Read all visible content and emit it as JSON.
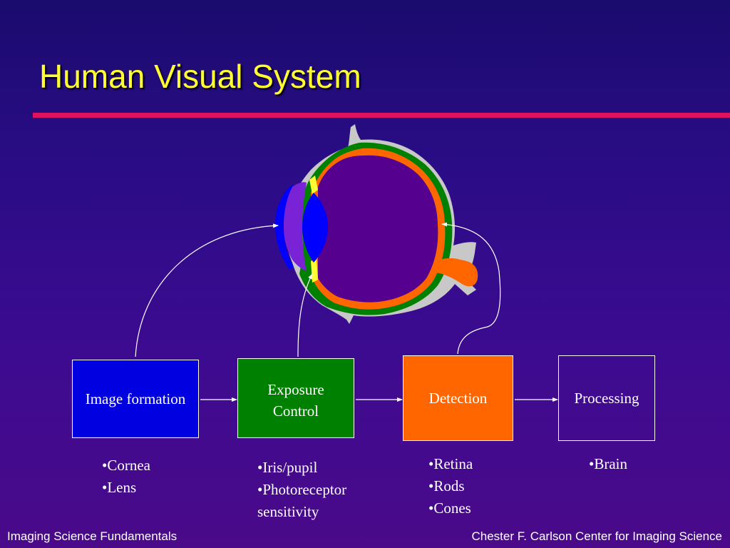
{
  "slide": {
    "title": "Human Visual System",
    "footer_left": "Imaging Science Fundamentals",
    "footer_right": "Chester F. Carlson Center for Imaging Science"
  },
  "stages": [
    {
      "label": "Image formation",
      "items": [
        "•Cornea",
        "•Lens"
      ],
      "color": "#0000e0"
    },
    {
      "label": "Exposure\nControl",
      "items": [
        "•Iris/pupil",
        "•Photoreceptor",
        "sensitivity"
      ],
      "color": "#008000"
    },
    {
      "label": "Detection",
      "items": [
        "•Retina",
        "•Rods",
        "•Cones"
      ],
      "color": "#ff6600"
    },
    {
      "label": "Processing",
      "items": [
        "•Brain"
      ],
      "color": "transparent"
    }
  ],
  "colors": {
    "title": "#ffff33",
    "rule": "#e0125e",
    "eye_interior": "#55008f",
    "sclera": "#c8c8c8",
    "choroid": "#008000",
    "retina": "#ff6600",
    "iris": "#ffff33",
    "lens": "#0000ff"
  }
}
